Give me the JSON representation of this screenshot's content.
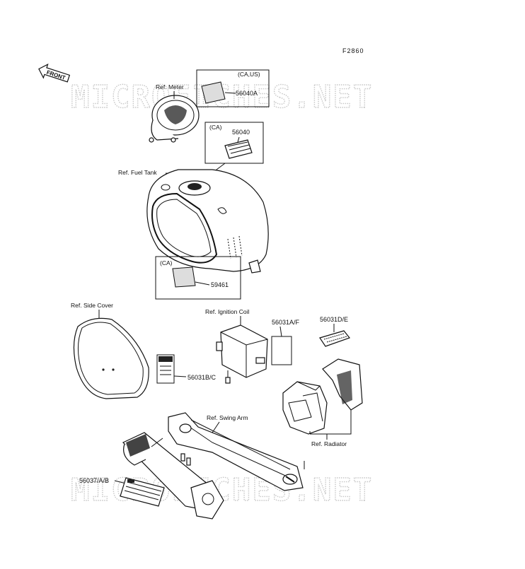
{
  "figure_id": "F2860",
  "watermark": "MICROFICHES.NET",
  "front_arrow": "FRONT",
  "refs": {
    "meter": "Ref. Meter",
    "fuel_tank": "Ref. Fuel Tank",
    "side_cover": "Ref. Side Cover",
    "ignition_coil": "Ref. Ignition Coil",
    "swing_arm": "Ref. Swing Arm",
    "radiator": "Ref. Radiator"
  },
  "regions": {
    "ca_us": "(CA,US)",
    "ca_top": "(CA)",
    "ca_bottom": "(CA)"
  },
  "parts": {
    "p56040A": "56040A",
    "p56040": "56040",
    "p59461": "59461",
    "p56031AF": "56031A/F",
    "p56031DE": "56031D/E",
    "p56031BC": "56031B/C",
    "p56037AB": "56037/A/B"
  }
}
